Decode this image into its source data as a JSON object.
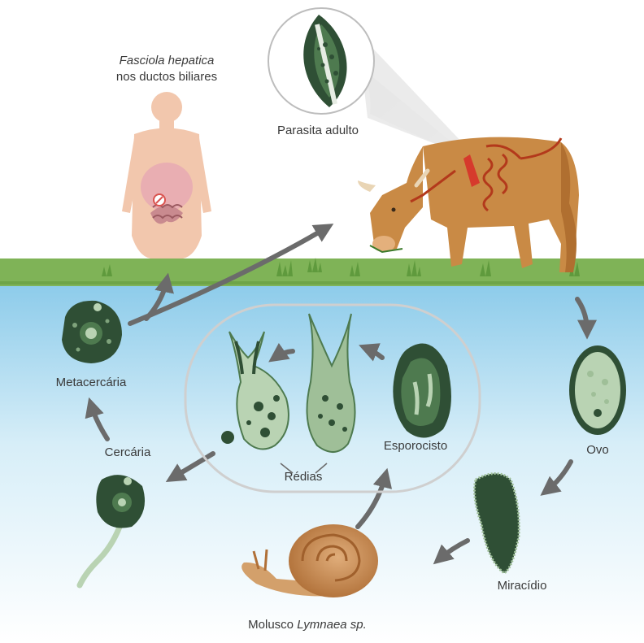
{
  "colors": {
    "grass": "#7fb357",
    "water_top": "#9fd3ee",
    "parasite_dark": "#2f4f35",
    "parasite_mid": "#4e7a4f",
    "parasite_light": "#b9d3b3",
    "arrow": "#6b6b6b",
    "cow": "#c98a45",
    "snail_shell": "#c28750",
    "human_skin": "#f2c7ad"
  },
  "labels": {
    "human_line1": "Fasciola hepatica",
    "human_line2": "nos ductos biliares",
    "adult": "Parasita adulto",
    "metacercaria": "Metacercária",
    "cercaria": "Cercária",
    "redias": "Rédias",
    "esporocisto": "Esporocisto",
    "ovo": "Ovo",
    "miracidio": "Miracídio",
    "molusco_prefix": "Molusco ",
    "molusco_species": "Lymnaea sp."
  },
  "icons": [
    "human-figure",
    "cow",
    "adult-fluke",
    "egg",
    "miracidium",
    "snail",
    "sporocyst",
    "redia",
    "cercaria",
    "metacercaria",
    "grass-tufts"
  ]
}
